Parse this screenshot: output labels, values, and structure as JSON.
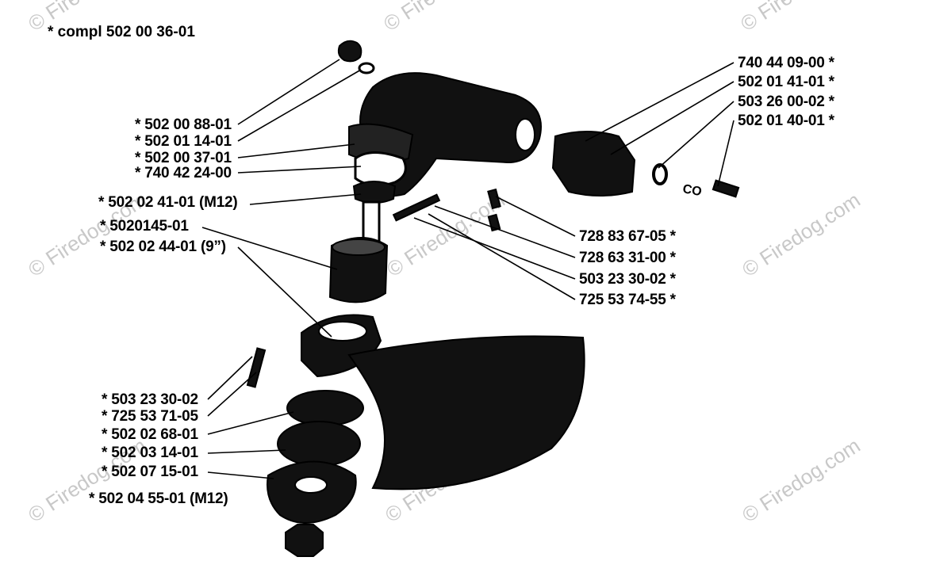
{
  "header": {
    "compl_label": "* compl 502 00 36-01"
  },
  "left_labels": [
    "* 502 00 88-01",
    "* 502 01 14-01",
    "* 502 00 37-01",
    "* 740 42 24-00",
    "* 502 02 41-01 (M12)",
    "* 5020145-01",
    "* 502 02 44-01 (9”)",
    "* 503 23 30-02",
    "* 725 53 71-05",
    "* 502 02 68-01",
    "* 502 03 14-01",
    "* 502 07 15-01",
    "* 502 04 55-01 (M12)"
  ],
  "right_labels": [
    "740 44 09-00 *",
    "502 01 41-01 *",
    "503 26 00-02 *",
    "502 01 40-01 *",
    "728 83 67-05 *",
    "728 63 31-00 *",
    "503 23 30-02 *",
    "725 53 74-55 *"
  ],
  "watermark": {
    "text": "© Firedog.com",
    "color": "#c8c8c8"
  },
  "stamp_text": "CO"
}
